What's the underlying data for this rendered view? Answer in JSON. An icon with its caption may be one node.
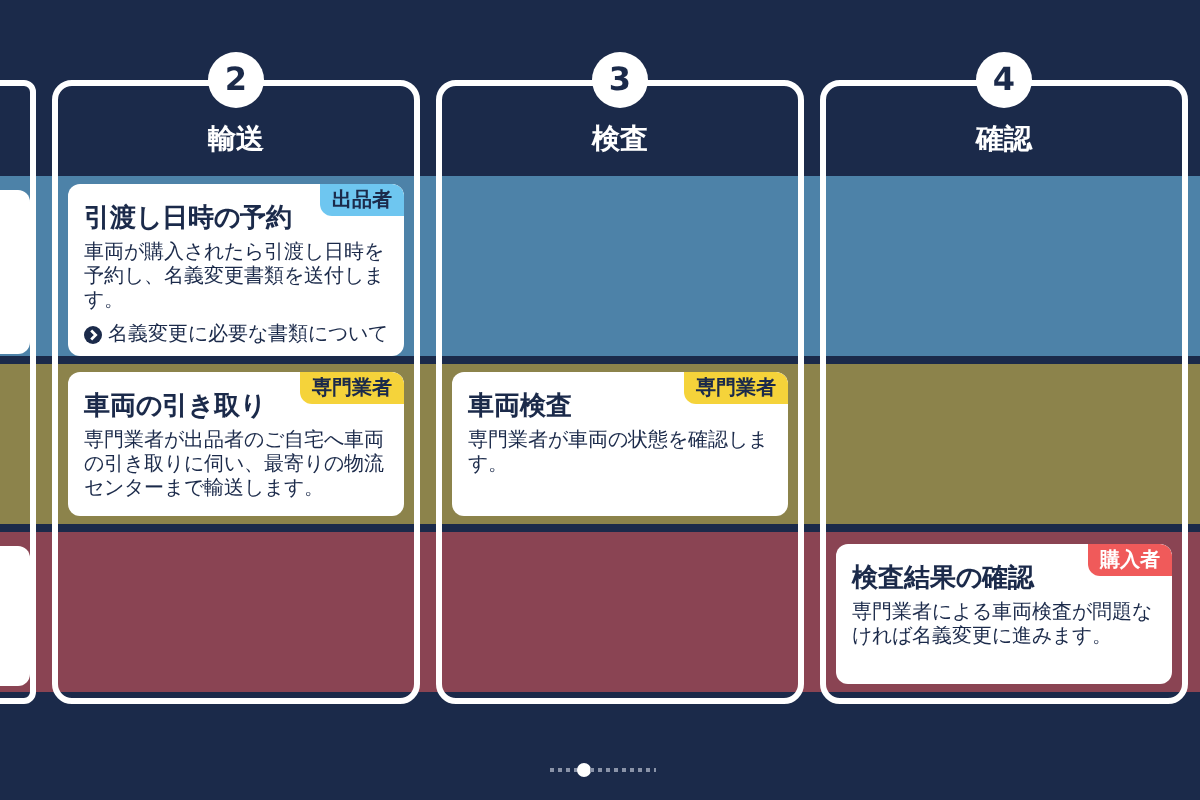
{
  "diagram": {
    "nodes": [
      {
        "text": [],
        "shape": "box"
      },
      {
        "text": [],
        "shape": "box",
        "in": 0
      },
      {
        "text": [],
        "shape": "box",
        "in": 0
      },
      {
        "text": [
          "2",
          "輸送"
        ]
      },
      {
        "text": [
          "出品者",
          "引渡し日時の予約",
          "車両が購入されたら引渡し日時を予約し、名義変更書類を送付します。",
          "名義変更に必要な書類について"
        ],
        "in": 3
      },
      {
        "text": [
          "専門業者",
          "車両の引き取り",
          "専門業者が出品者のご自宅へ車両の引き取りに伺い、最寄りの物流センターまで輸送します。"
        ],
        "in": 3
      },
      {
        "text": [
          "3",
          "検査"
        ]
      },
      {
        "text": [
          "専門業者",
          "車両検査",
          "専門業者が車両の状態を確認します。"
        ],
        "in": 6
      },
      {
        "text": [
          "4",
          "確認"
        ]
      },
      {
        "text": [
          "購入者",
          "検査結果の確認",
          "専門業者による車両検査が問題なければ名義変更に進みます。"
        ],
        "in": 8
      }
    ]
  }
}
